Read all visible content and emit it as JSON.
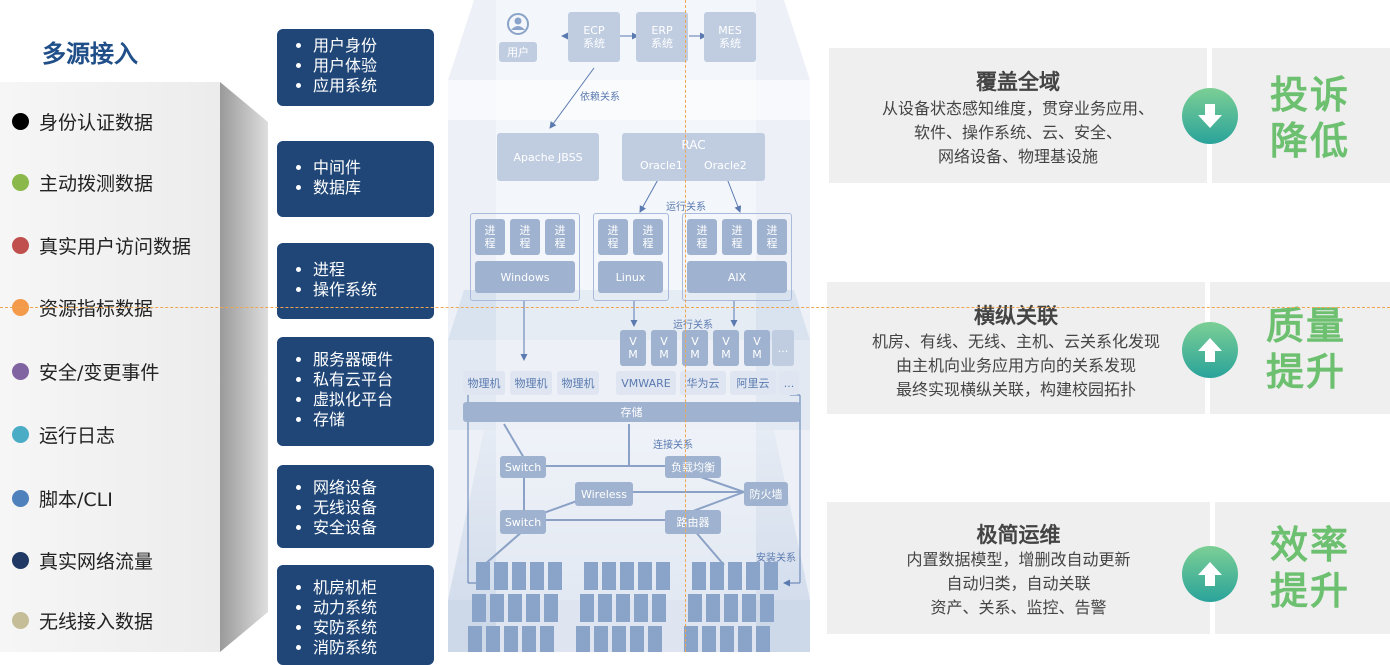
{
  "left": {
    "title": "多源接入",
    "items": [
      {
        "label": "身份认证数据",
        "color": "#000000"
      },
      {
        "label": "主动拨测数据",
        "color": "#8ab84a"
      },
      {
        "label": "真实用户访问数据",
        "color": "#c0504d"
      },
      {
        "label": "资源指标数据",
        "color": "#f39b4a"
      },
      {
        "label": "安全/变更事件",
        "color": "#8064a2"
      },
      {
        "label": "运行日志",
        "color": "#4bacc6"
      },
      {
        "label": "脚本/CLI",
        "color": "#4f81bd"
      },
      {
        "label": "真实网络流量",
        "color": "#1f3864"
      },
      {
        "label": "无线接入数据",
        "color": "#c4bd97"
      }
    ]
  },
  "layers": [
    {
      "items": [
        "用户身份",
        "用户体验",
        "应用系统"
      ]
    },
    {
      "items": [
        "中间件",
        "数据库"
      ]
    },
    {
      "items": [
        "进程",
        "操作系统"
      ]
    },
    {
      "items": [
        "服务器硬件",
        "私有云平台",
        "虚拟化平台",
        "存储"
      ]
    },
    {
      "items": [
        "网络设备",
        "无线设备",
        "安全设备"
      ]
    },
    {
      "items": [
        "机房机柜",
        "动力系统",
        "安防系统",
        "消防系统"
      ]
    }
  ],
  "diagram": {
    "user": "用户",
    "apps": [
      "ECP\n系统",
      "ERP\n系统",
      "MES\n系统"
    ],
    "rel_depend": "依赖关系",
    "apache": "Apache JBSS",
    "rac": "RAC",
    "oracle1": "Oracle1",
    "oracle2": "Oracle2",
    "rel_run": "运行关系",
    "proc": "进\n程",
    "os": [
      "Windows",
      "Linux",
      "AIX"
    ],
    "rel_run2": "运行关系",
    "vm": "V\nM",
    "ellipsis": "...",
    "physical": "物理机",
    "clouds": [
      "VMWARE",
      "华为云",
      "阿里云"
    ],
    "storage": "存储",
    "rel_connect": "连接关系",
    "switch": "Switch",
    "lb": "负载均衡",
    "wireless": "Wireless",
    "firewall": "防火墙",
    "router": "路由器",
    "rel_install": "安装关系"
  },
  "cards": [
    {
      "title": "覆盖全域",
      "lines": [
        "从设备状态感知维度，贯穿业务应用、",
        "软件、操作系统、云、安全、",
        "网络设备、物理基设施"
      ],
      "icon": "arrow-down-icon",
      "side": [
        "投诉",
        "降低"
      ]
    },
    {
      "title": "横纵关联",
      "lines": [
        "机房、有线、无线、主机、云关系化发现",
        "由主机向业务应用方向的关系发现",
        "最终实现横纵关联，构建校园拓扑"
      ],
      "icon": "arrow-up-icon",
      "side": [
        "质量",
        "提升"
      ]
    },
    {
      "title": "极简运维",
      "lines": [
        "内置数据模型，增删改自动更新",
        "自动归类，自动关联",
        "资产、关系、监控、告警"
      ],
      "icon": "arrow-up-icon",
      "side": [
        "效率",
        "提升"
      ]
    }
  ]
}
